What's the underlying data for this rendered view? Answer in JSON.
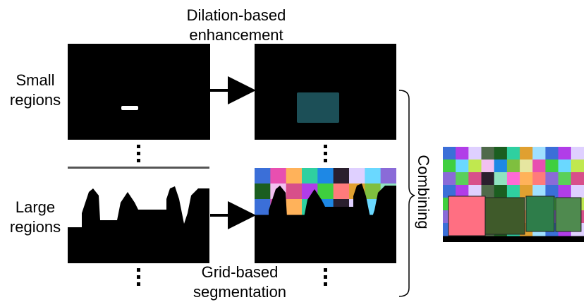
{
  "labels": {
    "small_regions": "Small\nregions",
    "large_regions": "Large\nregions",
    "dilation": "Dilation-based\nenhancement",
    "grid": "Grid-based\nsegmentation",
    "combining": "Combining"
  },
  "colors": {
    "mask_bg": "#000000",
    "mask_fg": "#ffffff",
    "dilated_region": "#1c4f57",
    "arrow": "#000000"
  },
  "grid_palette": [
    "#3b6fd8",
    "#2a1f2e",
    "#e6e6a0",
    "#b13de8",
    "#8fe3c0",
    "#e84fb0",
    "#dfd0ff",
    "#ff6ad5",
    "#3fcf3f",
    "#4f6a4a",
    "#ffb25a",
    "#6ad8ff",
    "#1b5e20",
    "#ff7b7b",
    "#c0e84f",
    "#2fd0a0",
    "#8a6bd8",
    "#f2c0f0",
    "#e0a030",
    "#5ad05a",
    "#1e88e5",
    "#a0e0ff",
    "#d84f8a",
    "#7fbf3f"
  ]
}
